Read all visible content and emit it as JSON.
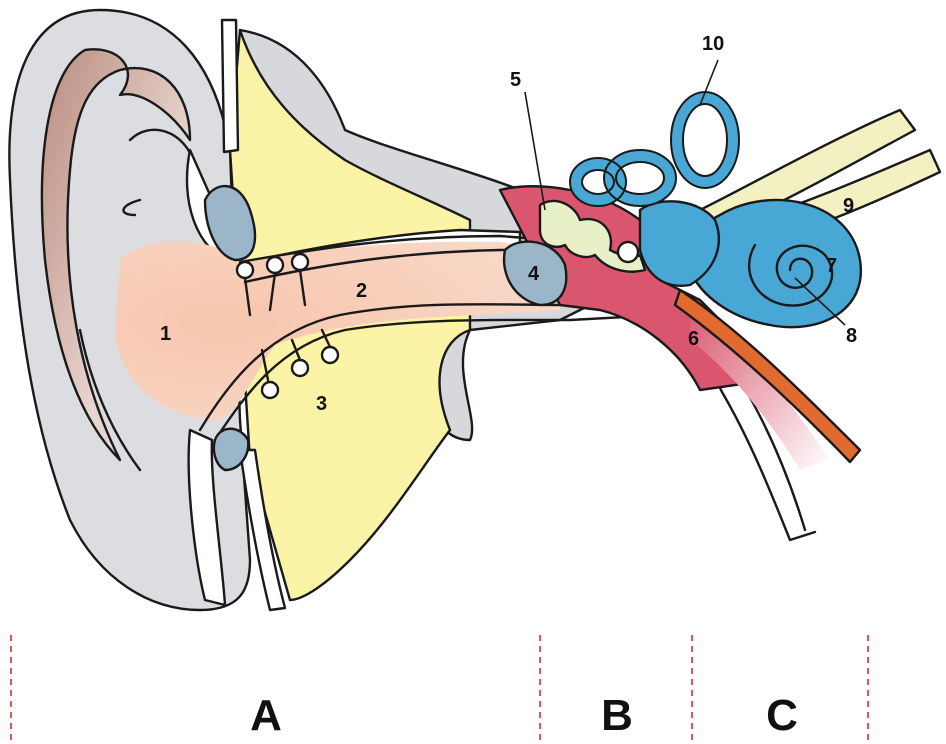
{
  "labels": [
    "1",
    "2",
    "3",
    "4",
    "5",
    "6",
    "7",
    "8",
    "9",
    "10"
  ],
  "zones": [
    "A",
    "B",
    "C"
  ],
  "colors": {
    "pinna": "#dcdde0",
    "bone": "#fbf3a6",
    "canal": "#f7cbb8",
    "middle_ear": "#d9566e",
    "inner_ear": "#48a7d4",
    "nerve": "#f3f0c2",
    "tube_stripe": "#e06a30",
    "eardrum": "#9bb5c9",
    "divider": "#e05555"
  }
}
